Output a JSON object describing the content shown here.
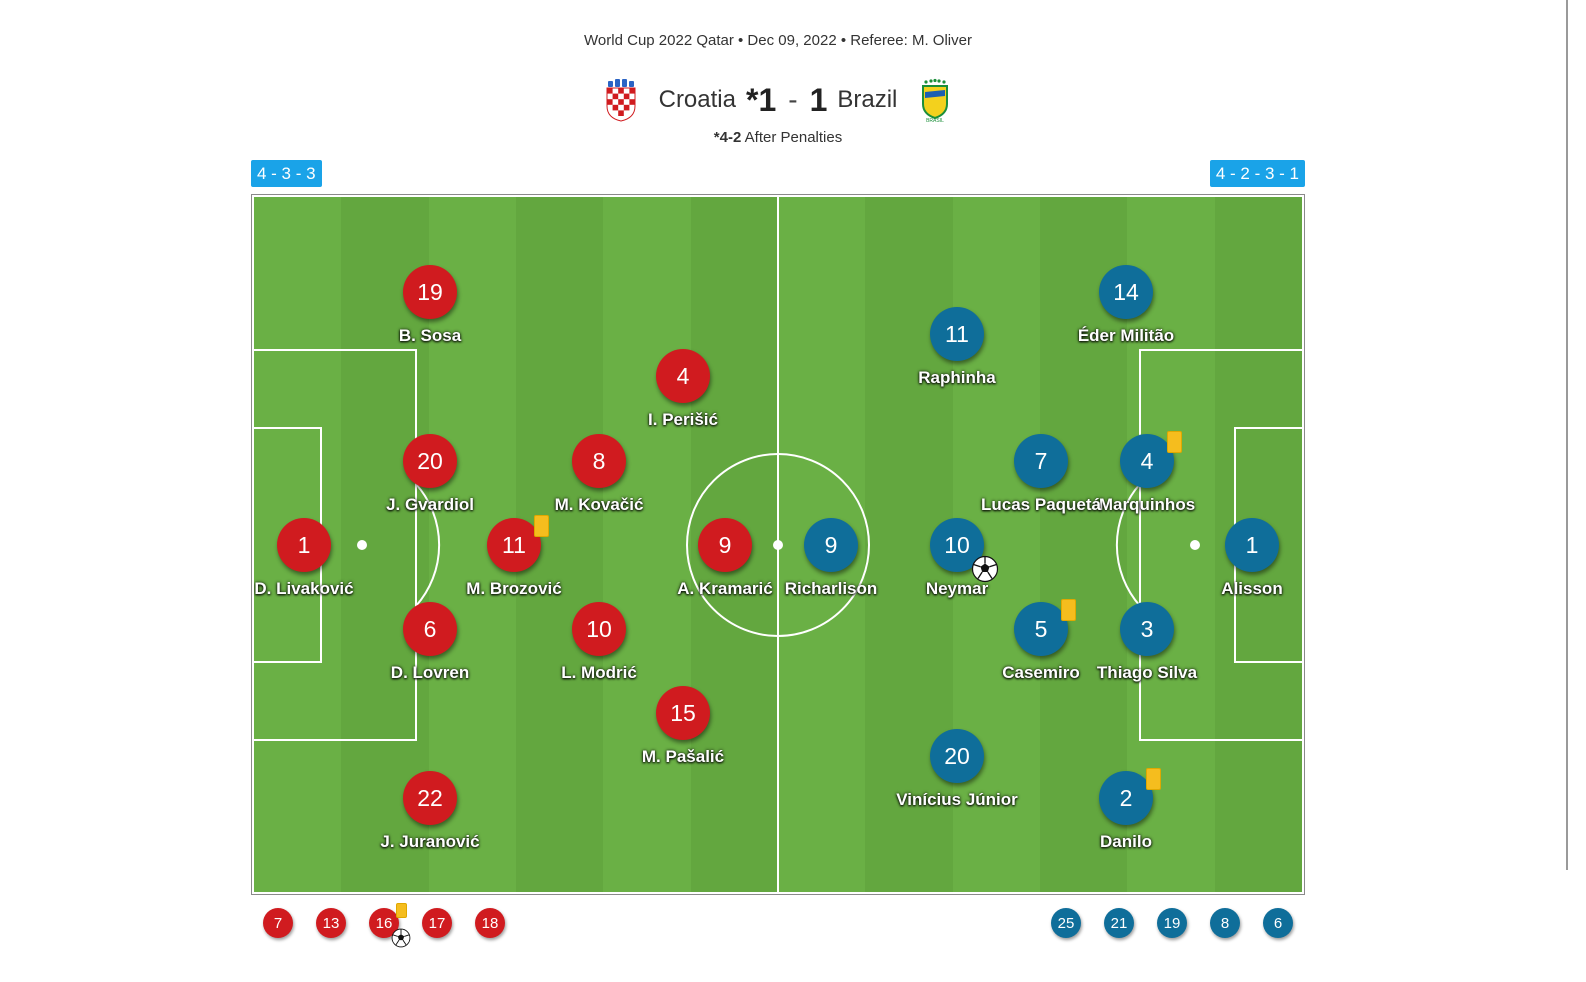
{
  "header": {
    "meta": "World Cup 2022 Qatar • Dec 09, 2022 • Referee: M. Oliver",
    "home_team": "Croatia",
    "away_team": "Brazil",
    "home_score": "*1",
    "away_score": "1",
    "dash": "-",
    "penalty_score": "*4-2",
    "penalty_label": "After Penalties"
  },
  "formations": {
    "home": "4 - 3 - 3",
    "away": "4 - 2 - 3 - 1"
  },
  "colors": {
    "home": "#d01b1f",
    "away": "#0f6e9a",
    "formation_badge": "#1aa3e8",
    "pitch_light": "#6ab045",
    "pitch_dark": "#63a73f",
    "yellow_card": "#f5bd1e"
  },
  "home_players": [
    {
      "num": "1",
      "name": "D. Livaković"
    },
    {
      "num": "19",
      "name": "B. Sosa"
    },
    {
      "num": "20",
      "name": "J. Gvardiol"
    },
    {
      "num": "6",
      "name": "D. Lovren"
    },
    {
      "num": "22",
      "name": "J. Juranović"
    },
    {
      "num": "11",
      "name": "M. Brozović",
      "yellow_card": true
    },
    {
      "num": "8",
      "name": "M. Kovačić"
    },
    {
      "num": "10",
      "name": "L. Modrić"
    },
    {
      "num": "4",
      "name": "I. Perišić"
    },
    {
      "num": "9",
      "name": "A. Kramarić"
    },
    {
      "num": "15",
      "name": "M. Pašalić"
    }
  ],
  "away_players": [
    {
      "num": "1",
      "name": "Alisson"
    },
    {
      "num": "14",
      "name": "Éder Militão"
    },
    {
      "num": "4",
      "name": "Marquinhos",
      "yellow_card": true
    },
    {
      "num": "3",
      "name": "Thiago Silva"
    },
    {
      "num": "2",
      "name": "Danilo",
      "yellow_card": true
    },
    {
      "num": "7",
      "name": "Lucas Paquetá"
    },
    {
      "num": "5",
      "name": "Casemiro",
      "yellow_card": true
    },
    {
      "num": "11",
      "name": "Raphinha"
    },
    {
      "num": "10",
      "name": "Neymar",
      "goal": true
    },
    {
      "num": "20",
      "name": "Vinícius Júnior"
    },
    {
      "num": "9",
      "name": "Richarlison"
    }
  ],
  "home_subs": [
    {
      "num": "7"
    },
    {
      "num": "13"
    },
    {
      "num": "16",
      "yellow_card": true,
      "goal": true
    },
    {
      "num": "17"
    },
    {
      "num": "18"
    }
  ],
  "away_subs": [
    {
      "num": "25"
    },
    {
      "num": "21"
    },
    {
      "num": "19"
    },
    {
      "num": "8"
    },
    {
      "num": "6"
    }
  ],
  "icons": {
    "goal": "soccer-ball-icon",
    "card": "yellow-card-icon"
  }
}
